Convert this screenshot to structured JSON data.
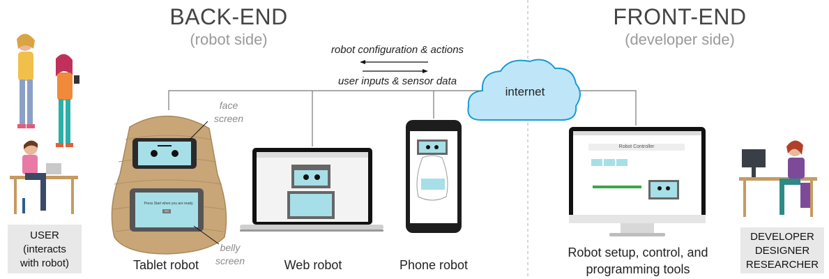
{
  "backend": {
    "title": "BACK-END",
    "subtitle": "(robot side)"
  },
  "frontend": {
    "title": "FRONT-END",
    "subtitle": "(developer side)"
  },
  "arrows": {
    "top_label": "robot configuration & actions",
    "bottom_label": "user inputs & sensor data"
  },
  "cloud": {
    "label": "internet"
  },
  "tablet_robot": {
    "face_line1": "face",
    "face_line2": "screen",
    "belly_line1": "belly",
    "belly_line2": "screen",
    "label": "Tablet robot"
  },
  "web_robot": {
    "label": "Web robot"
  },
  "phone_robot": {
    "label": "Phone robot"
  },
  "devices": {
    "belly_prompt": "Press Start when you are ready.",
    "belly_button": "GO",
    "controller_title": "Robot Controller"
  },
  "tools": {
    "line1": "Robot setup, control, and",
    "line2": "programming tools"
  },
  "user_box": {
    "line1": "USER",
    "line2": "(interacts",
    "line3": "with robot)"
  },
  "dev_box": {
    "line1": "DEVELOPER",
    "line2": "DESIGNER",
    "line3": "RESEARCHER"
  },
  "colors": {
    "cloud": "#bfe6f8",
    "cloud_stroke": "#1a9ad6",
    "cardboard": "#c9a677",
    "screen": "#a7dfe8",
    "box_bg": "#e8e8e8"
  }
}
